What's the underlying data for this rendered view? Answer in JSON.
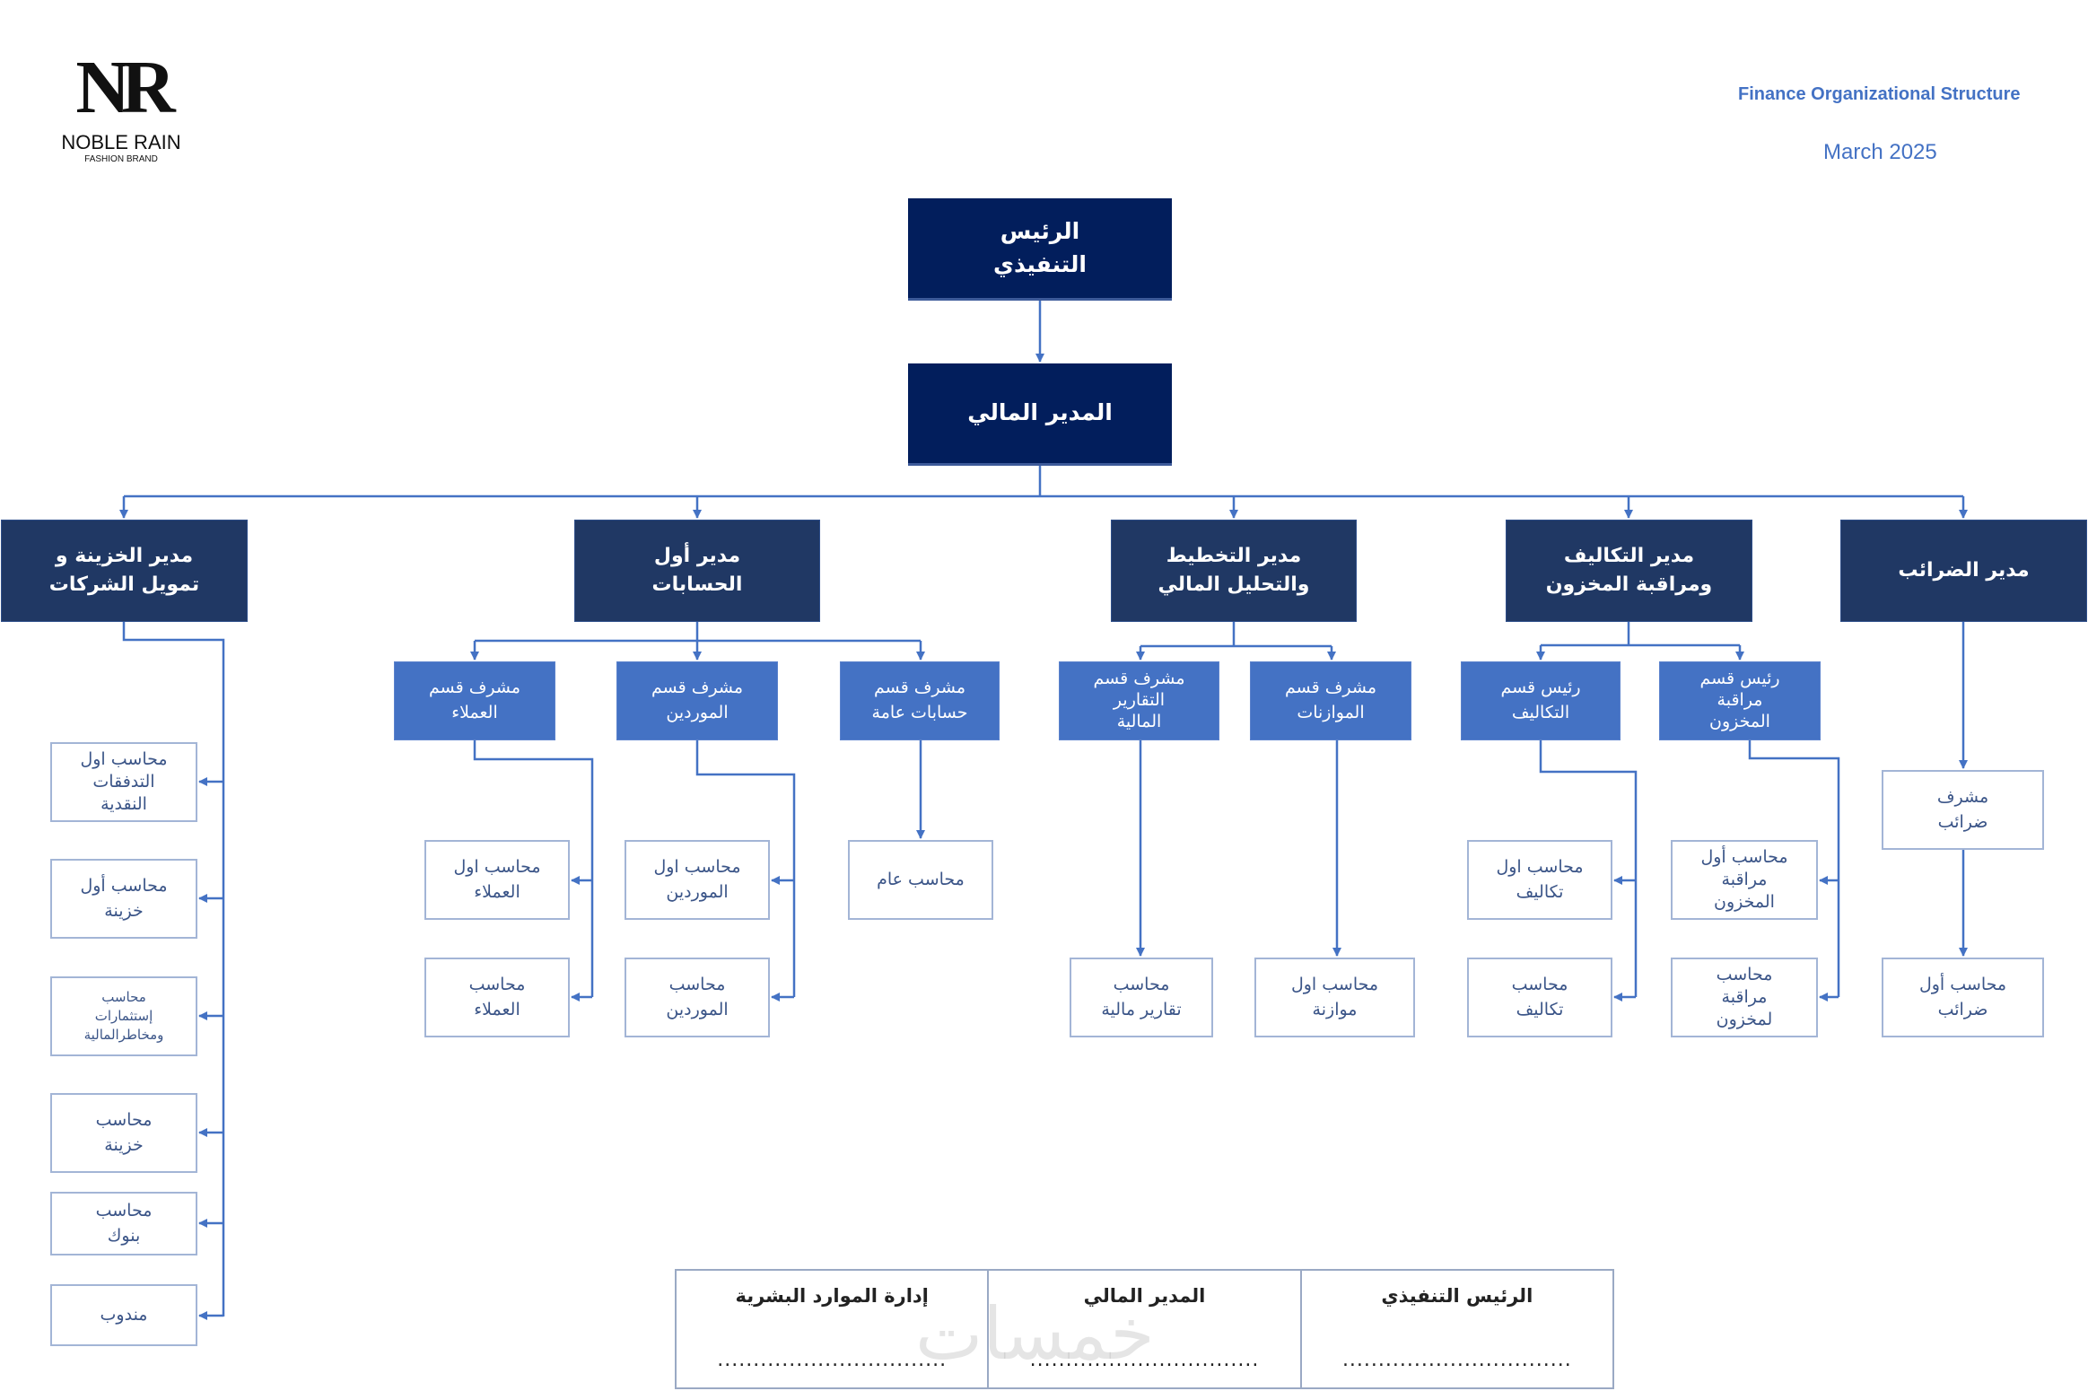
{
  "header": {
    "logo_mark": "NR",
    "logo_name": "NOBLE RAIN",
    "logo_tagline": "FASHION BRAND",
    "title": "Finance Organizational Structure",
    "date": "March 2025"
  },
  "chart": {
    "ceo": "الرئيس\nالتنفيذي",
    "cfo": "المدير المالي",
    "treasury": {
      "head": "مدير الخزينة و\nتمويل الشركات",
      "staff": [
        "محاسب اول\nالتدفقات\nالنقدية",
        "محاسب أول\nخزينة",
        "محاسب\nإستثمارات\nومخاطرالمالية",
        "محاسب\nخزينة",
        "محاسب\nبنوك",
        "مندوب"
      ]
    },
    "accounts": {
      "head": "مدير أول\nالحسابات",
      "customers": {
        "sup": "مشرف قسم\nالعملاء",
        "staff": [
          "محاسب اول\nالعملاء",
          "محاسب\nالعملاء"
        ]
      },
      "suppliers": {
        "sup": "مشرف قسم\nالموردين",
        "staff": [
          "محاسب اول\nالموردين",
          "محاسب\nالموردين"
        ]
      },
      "general": {
        "sup": "مشرف قسم\nحسابات عامة",
        "staff": [
          "محاسب عام"
        ]
      }
    },
    "planning": {
      "head": "مدير التخطيط\nوالتحليل المالي",
      "reports": {
        "sup": "مشرف قسم\nالتقارير\nالمالية",
        "staff": [
          "محاسب\nتقارير مالية"
        ]
      },
      "budgets": {
        "sup": "مشرف قسم\nالموازنات",
        "staff": [
          "محاسب اول\nموازنة"
        ]
      }
    },
    "costs": {
      "head": "مدير التكاليف\nومراقبة المخزون",
      "cost": {
        "sup": "رئيس قسم\nالتكاليف",
        "staff": [
          "محاسب اول\nتكاليف",
          "محاسب\nتكاليف"
        ]
      },
      "inventory": {
        "sup": "رئيس قسم\nمراقبة\nالمخزون",
        "staff": [
          "محاسب أول\nمراقبة\nالمخزون",
          "محاسب\nمراقبة\nلمخزون"
        ]
      }
    },
    "tax": {
      "head": "مدير الضرائب",
      "staff": [
        "مشرف\nضرائب",
        "محاسب أول\nضرائب"
      ]
    }
  },
  "signatures": [
    {
      "title": "الرئيس التنفيذي",
      "line": "................................"
    },
    {
      "title": "المدير المالي",
      "line": "................................"
    },
    {
      "title": "إدارة الموارد البشرية",
      "line": "................................"
    }
  ],
  "watermark": "خمسات",
  "colors": {
    "navy": "#021e5c",
    "dark": "#203864",
    "accent": "#4472c4"
  }
}
